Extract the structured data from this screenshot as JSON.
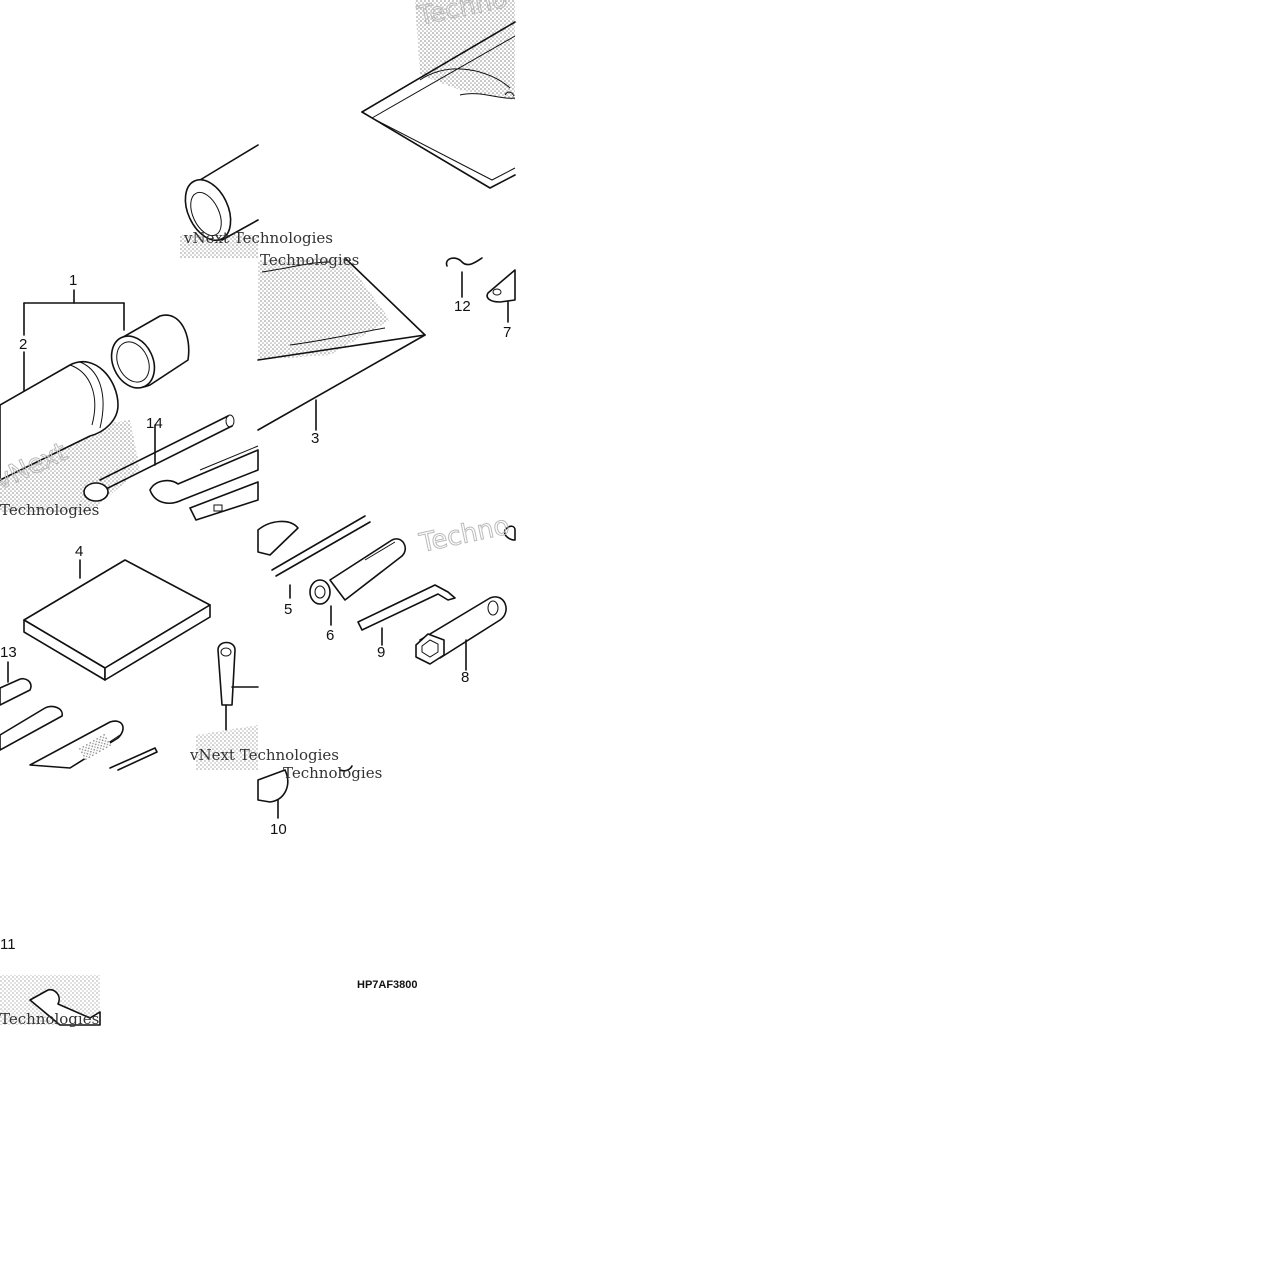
{
  "diagram": {
    "part_code": "HP7AF3800",
    "watermark": {
      "line1": "vNext Technologies",
      "line2": "Technologies",
      "big1": "Techno",
      "big2": "vNext"
    },
    "callouts": [
      {
        "id": "1",
        "label": "1"
      },
      {
        "id": "2",
        "label": "2"
      },
      {
        "id": "3",
        "label": "3"
      },
      {
        "id": "4",
        "label": "4"
      },
      {
        "id": "5",
        "label": "5"
      },
      {
        "id": "6",
        "label": "6"
      },
      {
        "id": "7",
        "label": "7"
      },
      {
        "id": "8",
        "label": "8"
      },
      {
        "id": "9",
        "label": "9"
      },
      {
        "id": "10",
        "label": "10"
      },
      {
        "id": "11",
        "label": "11"
      },
      {
        "id": "12",
        "label": "12"
      },
      {
        "id": "13",
        "label": "13"
      },
      {
        "id": "14",
        "label": "14"
      }
    ]
  }
}
